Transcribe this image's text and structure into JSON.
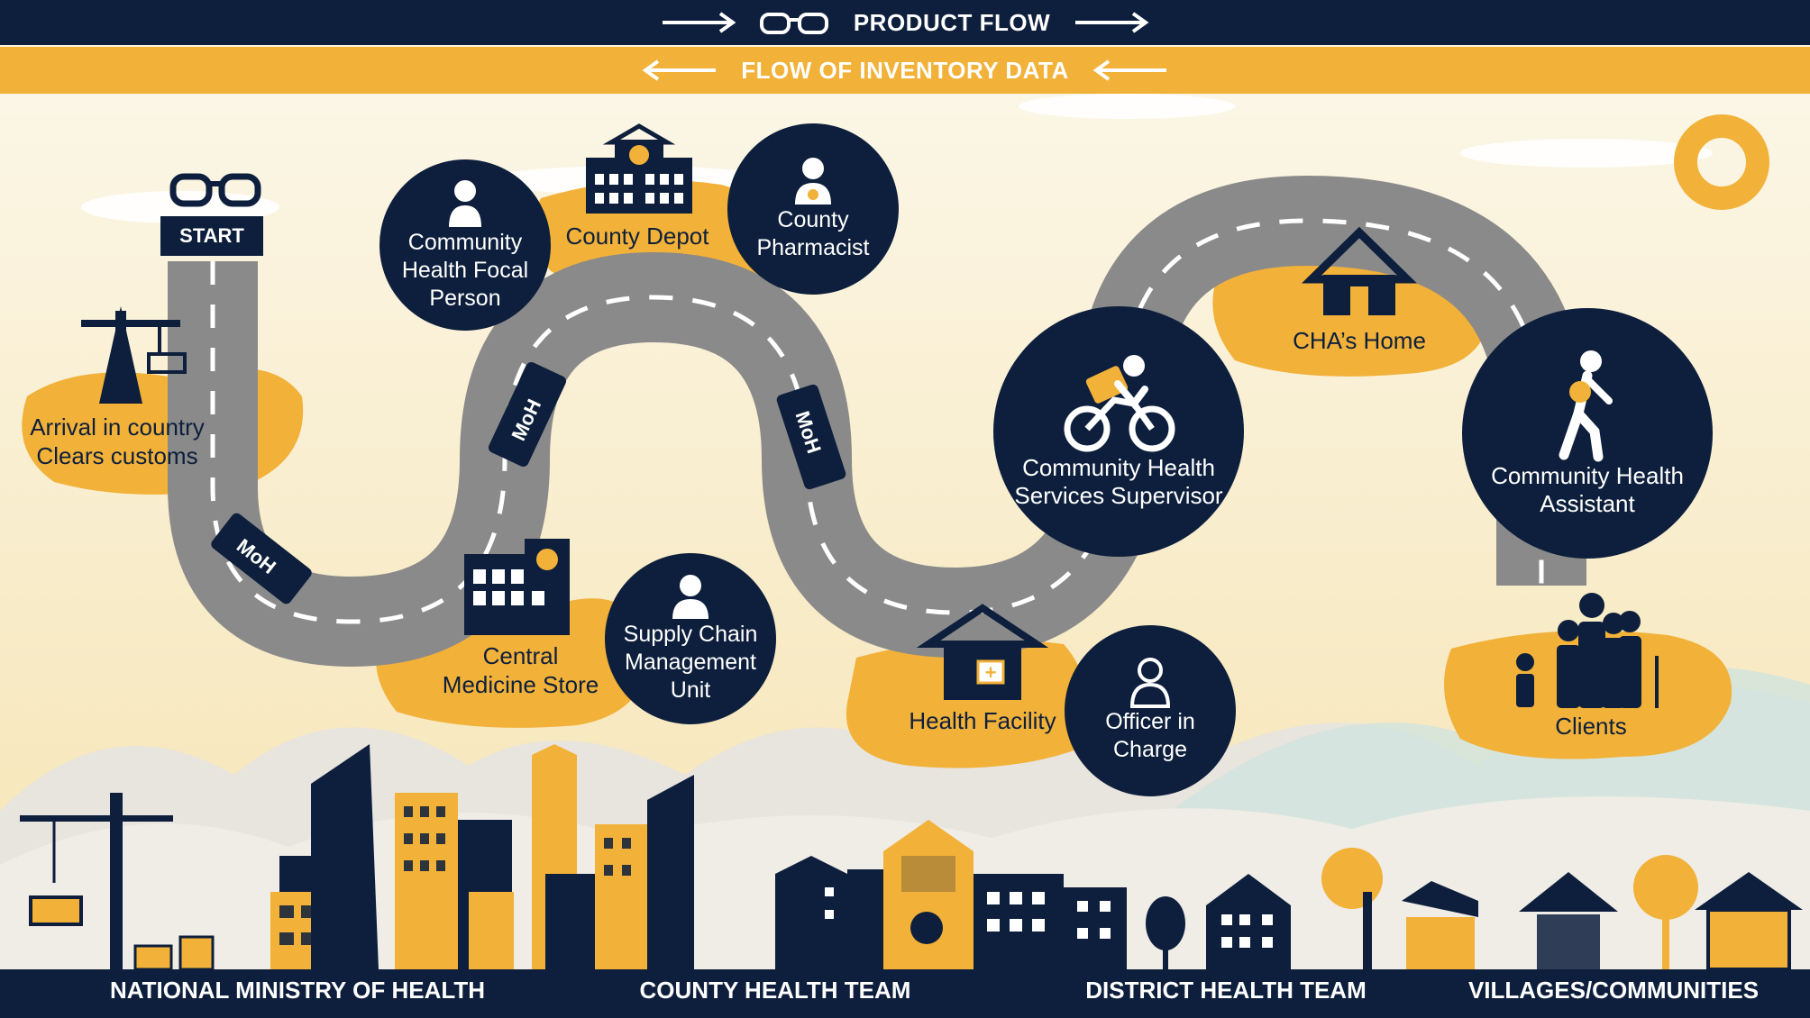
{
  "header": {
    "product_flow": "PRODUCT FLOW",
    "inventory_flow": "FLOW OF INVENTORY DATA"
  },
  "route": {
    "start_label": "START",
    "truck_label": "MoH"
  },
  "stops": {
    "arrival": {
      "line1": "Arrival in country",
      "line2": "Clears customs"
    },
    "central_medicine_store": {
      "line1": "Central",
      "line2": "Medicine Store"
    },
    "supply_chain_unit": {
      "line1": "Supply Chain",
      "line2": "Management",
      "line3": "Unit"
    },
    "community_health_focal_person": {
      "line1": "Community",
      "line2": "Health Focal",
      "line3": "Person"
    },
    "county_depot": {
      "line1": "County Depot"
    },
    "county_pharmacist": {
      "line1": "County",
      "line2": "Pharmacist"
    },
    "health_facility": {
      "line1": "Health Facility"
    },
    "officer_in_charge": {
      "line1": "Officer in",
      "line2": "Charge"
    },
    "chss": {
      "line1": "Community Health",
      "line2": "Services Supervisor"
    },
    "chas_home": {
      "line1": "CHA’s Home"
    },
    "cha": {
      "line1": "Community Health",
      "line2": "Assistant"
    },
    "clients": {
      "line1": "Clients"
    }
  },
  "levels": {
    "national": "NATIONAL MINISTRY OF HEALTH",
    "county": "COUNTY HEALTH TEAM",
    "district": "DISTRICT HEALTH TEAM",
    "villages": "VILLAGES/COMMUNITIES"
  },
  "colors": {
    "navy": "#0d1f3c",
    "accent": "#f2b138",
    "road": "#8a8a8a",
    "cream": "#fbf3dc"
  }
}
